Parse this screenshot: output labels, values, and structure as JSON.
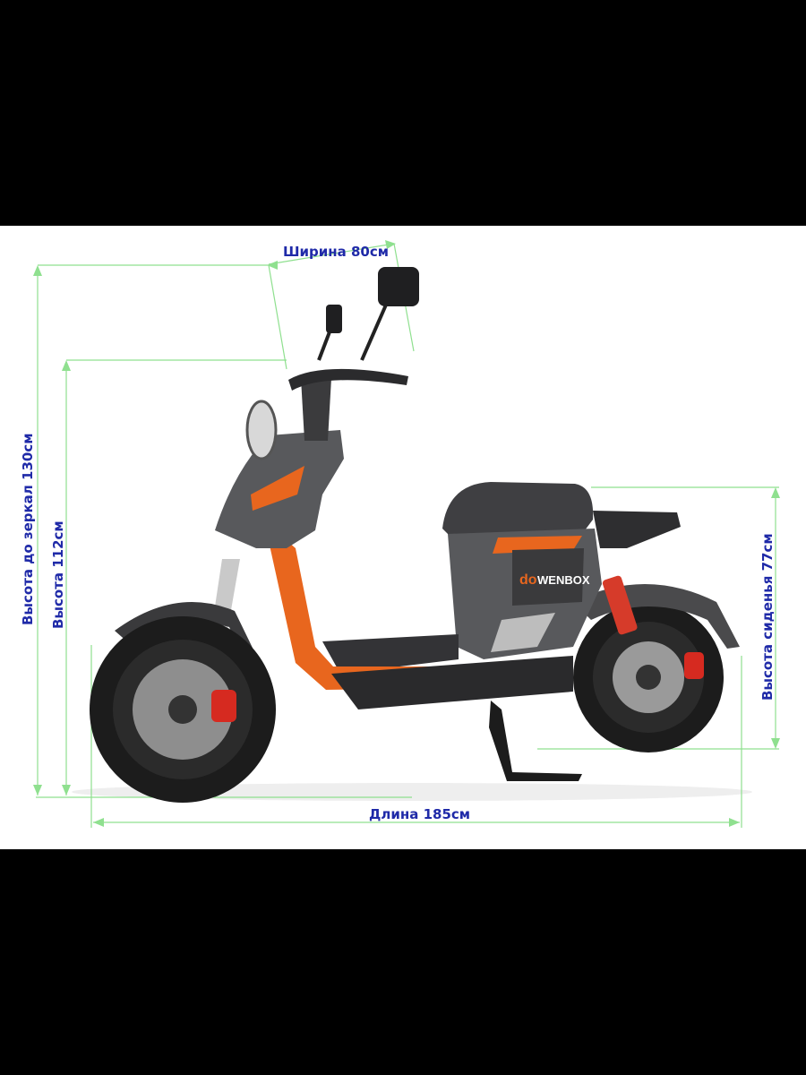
{
  "colors": {
    "label": "#1f2aa8",
    "dimension_line": "#8fe08f",
    "body": "#4a4a4c",
    "accent": "#e8661e",
    "tire": "#1c1c1c",
    "background": "#ffffff",
    "letterbox": "#000000"
  },
  "dimensions": {
    "width": "Ширина 80см",
    "mirror_height": "Высота до зеркал 130см",
    "height": "Высота 112см",
    "seat_height": "Высота сиденья 77см",
    "length": "Длина 185см"
  },
  "branding": {
    "logo_text": "WENBOX",
    "logo_mark": "do"
  }
}
